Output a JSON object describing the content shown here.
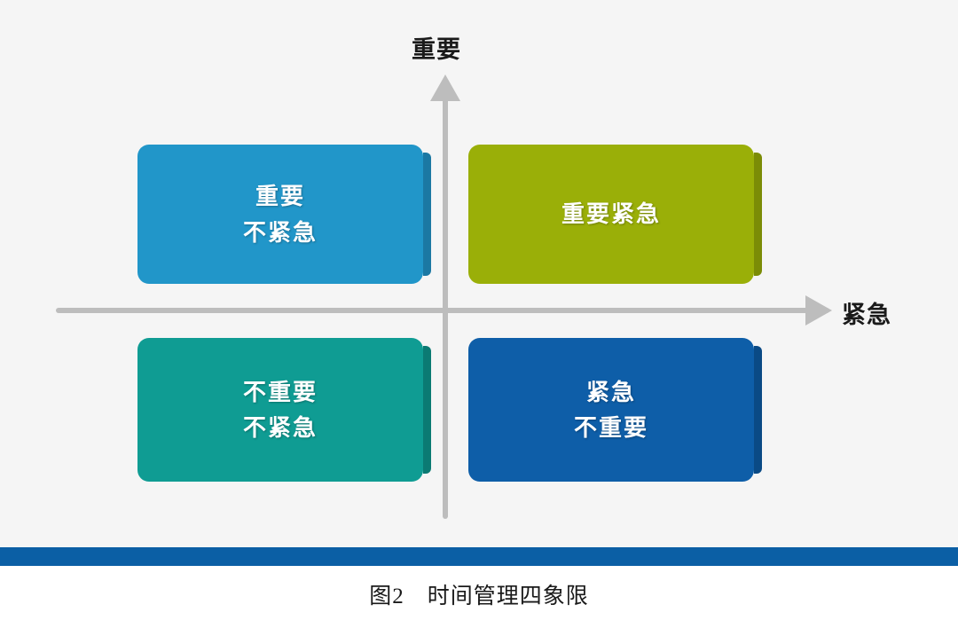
{
  "figure": {
    "background_color": "#f5f5f5",
    "page_background": "#ffffff",
    "caption": "图2　时间管理四象限",
    "rule_color": "#0b5fa5"
  },
  "axes": {
    "color": "#bdbdbd",
    "vertical_label": "重要",
    "horizontal_label": "紧急",
    "vertical_arrow_icon": "arrow-up-icon",
    "horizontal_arrow_icon": "arrow-right-icon"
  },
  "chart_data": {
    "type": "table",
    "title": "图2　时间管理四象限",
    "xlabel": "紧急",
    "ylabel": "重要",
    "grid": false,
    "legend": "none",
    "categories": [
      "重要不紧急",
      "重要紧急",
      "不重要不紧急",
      "紧急不重要"
    ],
    "quadrants": [
      {
        "position": "top-left",
        "lines": [
          "重要",
          "不紧急"
        ],
        "color": "#2196c9",
        "shadow_color": "#1b78a3",
        "importance": "high",
        "urgency": "low"
      },
      {
        "position": "top-right",
        "lines": [
          "重要紧急"
        ],
        "color": "#9aaf08",
        "shadow_color": "#7b8c06",
        "importance": "high",
        "urgency": "high"
      },
      {
        "position": "bottom-left",
        "lines": [
          "不重要",
          "不紧急"
        ],
        "color": "#0f9c93",
        "shadow_color": "#0b7a73",
        "importance": "low",
        "urgency": "low"
      },
      {
        "position": "bottom-right",
        "lines": [
          "紧急",
          "不重要"
        ],
        "color": "#0e5ea8",
        "shadow_color": "#0a4a85",
        "importance": "low",
        "urgency": "high"
      }
    ]
  }
}
